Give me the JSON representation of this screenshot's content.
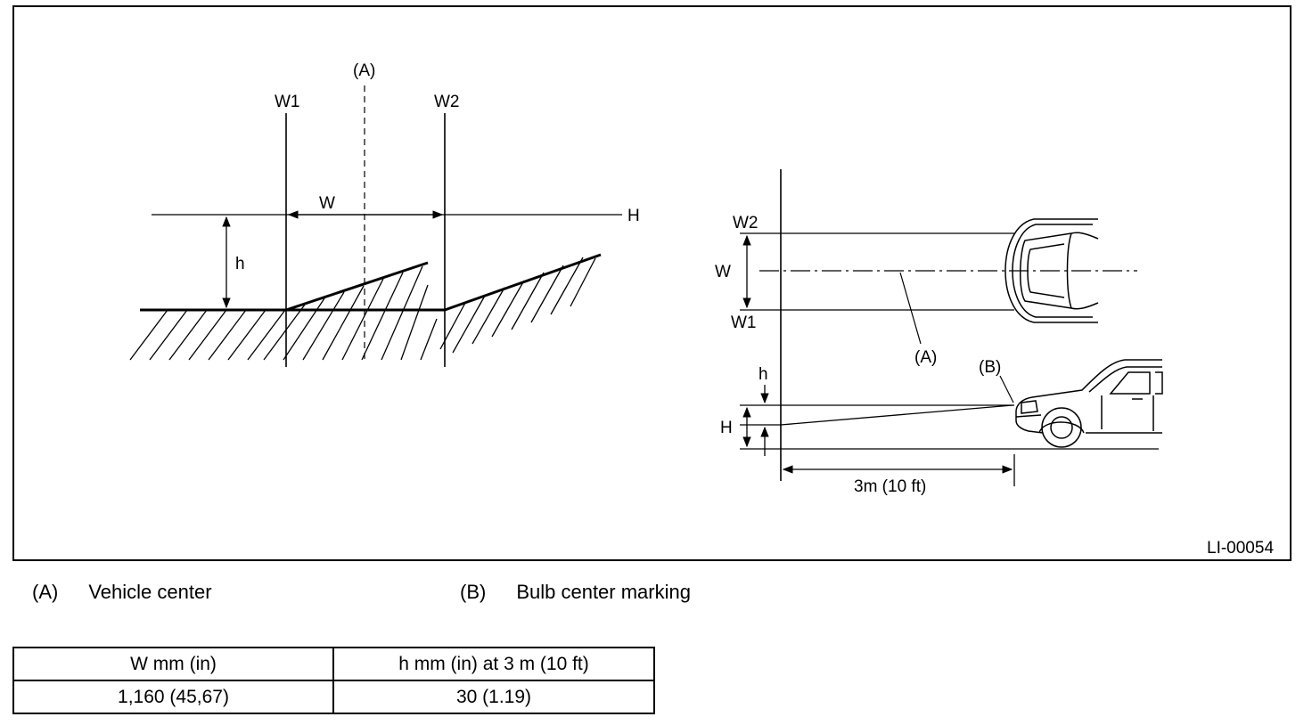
{
  "figure": {
    "id": "LI-00054",
    "left": {
      "label_a": "(A)",
      "label_w1": "W1",
      "label_w2": "W2",
      "label_w": "W",
      "label_h_small": "h",
      "label_h_big": "H"
    },
    "right": {
      "label_w2": "W2",
      "label_w": "W",
      "label_w1": "W1",
      "label_a": "(A)",
      "label_b": "(B)",
      "label_h_small": "h",
      "label_h_big": "H",
      "distance": "3m (10 ft)"
    }
  },
  "legend": [
    {
      "key": "(A)",
      "text": "Vehicle center"
    },
    {
      "key": "(B)",
      "text": "Bulb center marking"
    }
  ],
  "table": {
    "headers": [
      "W mm (in)",
      "h mm (in) at 3 m (10 ft)"
    ],
    "rows": [
      [
        "1,160 (45,67)",
        "30 (1.19)"
      ]
    ]
  }
}
